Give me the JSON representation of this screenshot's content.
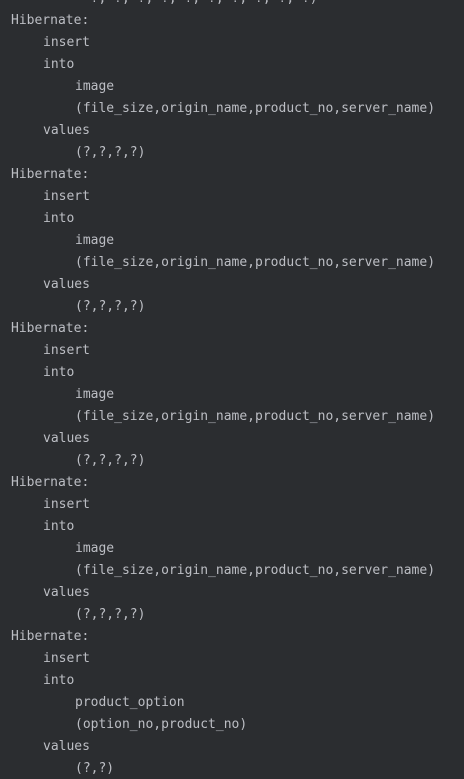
{
  "console": {
    "partial_top_line": "  ?, ?, ?, ?, ?, ?, ?, ?, ?, ?)",
    "lines": [
      {
        "indent": 0,
        "text": "Hibernate:"
      },
      {
        "indent": 1,
        "text": "insert"
      },
      {
        "indent": 1,
        "text": "into"
      },
      {
        "indent": 2,
        "text": "image"
      },
      {
        "indent": 2,
        "text": "(file_size,origin_name,product_no,server_name)"
      },
      {
        "indent": 1,
        "text": "values"
      },
      {
        "indent": 2,
        "text": "(?,?,?,?)"
      },
      {
        "indent": 0,
        "text": "Hibernate:"
      },
      {
        "indent": 1,
        "text": "insert"
      },
      {
        "indent": 1,
        "text": "into"
      },
      {
        "indent": 2,
        "text": "image"
      },
      {
        "indent": 2,
        "text": "(file_size,origin_name,product_no,server_name)"
      },
      {
        "indent": 1,
        "text": "values"
      },
      {
        "indent": 2,
        "text": "(?,?,?,?)"
      },
      {
        "indent": 0,
        "text": "Hibernate:"
      },
      {
        "indent": 1,
        "text": "insert"
      },
      {
        "indent": 1,
        "text": "into"
      },
      {
        "indent": 2,
        "text": "image"
      },
      {
        "indent": 2,
        "text": "(file_size,origin_name,product_no,server_name)"
      },
      {
        "indent": 1,
        "text": "values"
      },
      {
        "indent": 2,
        "text": "(?,?,?,?)"
      },
      {
        "indent": 0,
        "text": "Hibernate:"
      },
      {
        "indent": 1,
        "text": "insert"
      },
      {
        "indent": 1,
        "text": "into"
      },
      {
        "indent": 2,
        "text": "image"
      },
      {
        "indent": 2,
        "text": "(file_size,origin_name,product_no,server_name)"
      },
      {
        "indent": 1,
        "text": "values"
      },
      {
        "indent": 2,
        "text": "(?,?,?,?)"
      },
      {
        "indent": 0,
        "text": "Hibernate:"
      },
      {
        "indent": 1,
        "text": "insert"
      },
      {
        "indent": 1,
        "text": "into"
      },
      {
        "indent": 2,
        "text": "product_option"
      },
      {
        "indent": 2,
        "text": "(option_no,product_no)"
      },
      {
        "indent": 1,
        "text": "values"
      },
      {
        "indent": 2,
        "text": "(?,?)"
      }
    ]
  },
  "colors": {
    "background": "#2b2d30",
    "text": "#bcbec4"
  }
}
